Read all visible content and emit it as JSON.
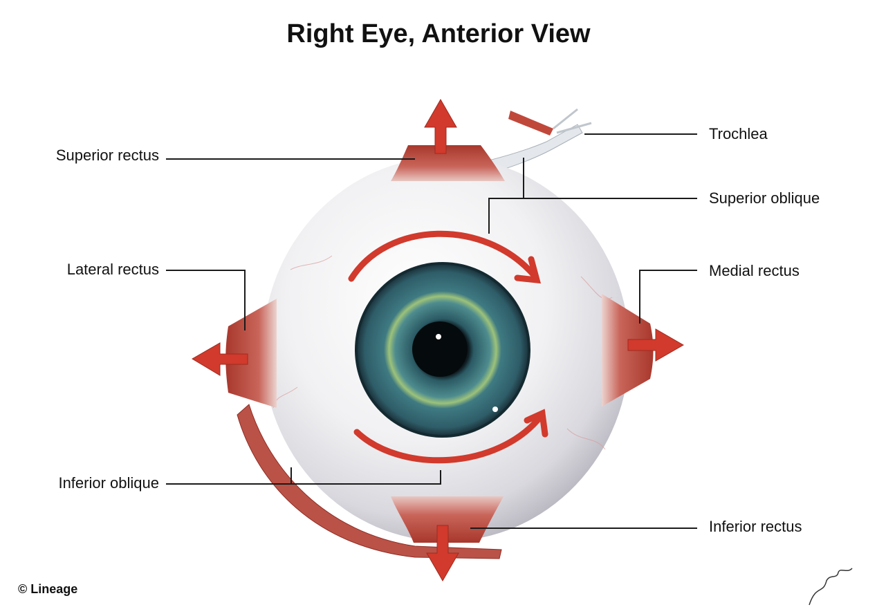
{
  "title": "Right Eye, Anterior View",
  "labels": {
    "trochlea": "Trochlea",
    "superior_rectus": "Superior rectus",
    "superior_oblique": "Superior oblique",
    "lateral_rectus": "Lateral rectus",
    "medial_rectus": "Medial rectus",
    "inferior_oblique": "Inferior oblique",
    "inferior_rectus": "Inferior rectus"
  },
  "copyright": "© Lineage",
  "colors": {
    "arrow": "#d13a2c",
    "muscle": "#b94a3d",
    "tendon": "#e4e8ec",
    "iris": "#3f6f7a",
    "leader": "#1a1a1a"
  }
}
